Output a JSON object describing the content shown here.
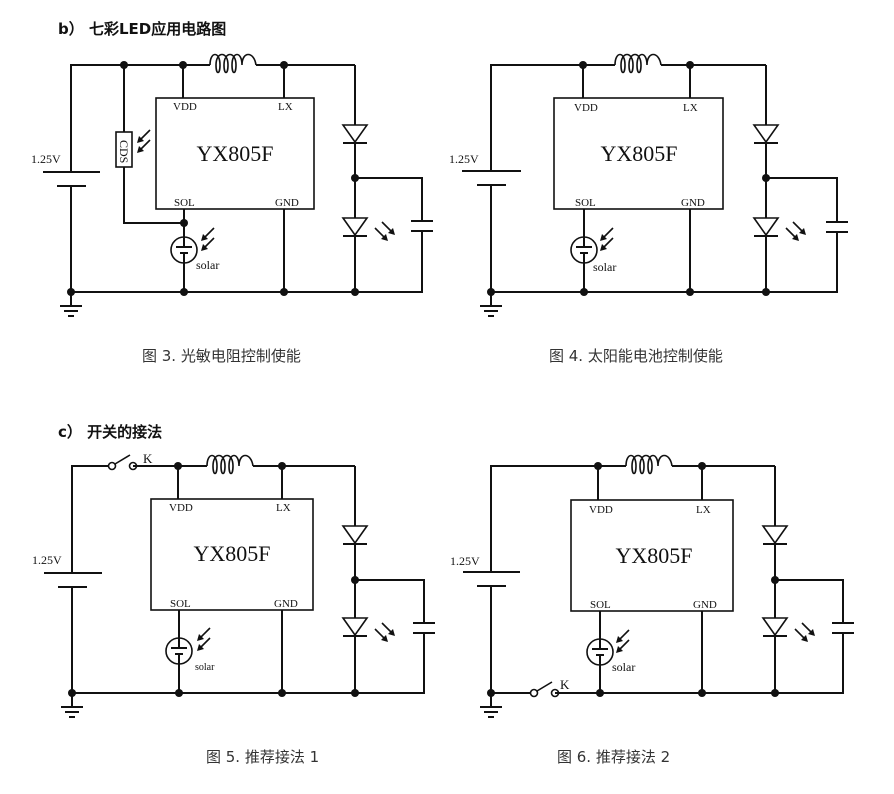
{
  "sections": [
    {
      "heading": "b） 七彩LED应用电路图"
    },
    {
      "heading": "c） 开关的接法"
    }
  ],
  "figures": [
    {
      "caption": "图 3.  光敏电阻控制使能",
      "chip_name": "YX805F",
      "pins": {
        "vdd": "VDD",
        "lx": "LX",
        "sol": "SOL",
        "gnd": "GND"
      },
      "battery_label": "1.25V",
      "solar_label": "solar",
      "resistor_label": "CDS"
    },
    {
      "caption": "图 4.  太阳能电池控制使能",
      "chip_name": "YX805F",
      "pins": {
        "vdd": "VDD",
        "lx": "LX",
        "sol": "SOL",
        "gnd": "GND"
      },
      "battery_label": "1.25V",
      "solar_label": "solar"
    },
    {
      "caption": "图 5.  推荐接法 1",
      "chip_name": "YX805F",
      "pins": {
        "vdd": "VDD",
        "lx": "LX",
        "sol": "SOL",
        "gnd": "GND"
      },
      "battery_label": "1.25V",
      "solar_label": "solar",
      "switch_label": "K"
    },
    {
      "caption": "图 6.  推荐接法 2",
      "chip_name": "YX805F",
      "pins": {
        "vdd": "VDD",
        "lx": "LX",
        "sol": "SOL",
        "gnd": "GND"
      },
      "battery_label": "1.25V",
      "solar_label": "solar",
      "switch_label": "K"
    }
  ]
}
